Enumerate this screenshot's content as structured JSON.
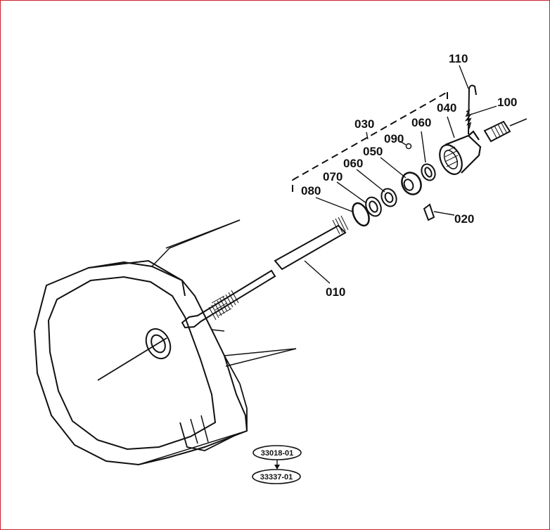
{
  "diagram": {
    "border_color": "#d0202a",
    "callouts": [
      {
        "id": "c110",
        "text": "110"
      },
      {
        "id": "c100",
        "text": "100"
      },
      {
        "id": "c040",
        "text": "040"
      },
      {
        "id": "c030",
        "text": "030"
      },
      {
        "id": "c060a",
        "text": "060"
      },
      {
        "id": "c090",
        "text": "090"
      },
      {
        "id": "c050",
        "text": "050"
      },
      {
        "id": "c060b",
        "text": "060"
      },
      {
        "id": "c070",
        "text": "070"
      },
      {
        "id": "c080",
        "text": "080"
      },
      {
        "id": "c020",
        "text": "020"
      },
      {
        "id": "c010",
        "text": "010"
      }
    ],
    "references": [
      {
        "id": "r1",
        "text": "33018-01"
      },
      {
        "id": "r2",
        "text": "33337-01"
      }
    ]
  }
}
